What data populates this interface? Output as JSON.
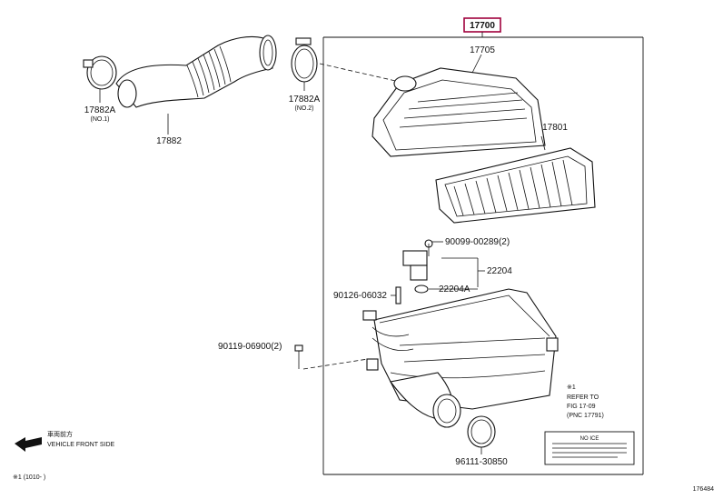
{
  "diagram": {
    "assembly_number": "17700",
    "accent_color": "#a0003c",
    "parts": {
      "cleaner_cap": "17705",
      "filter_element": "17801",
      "intake_hose": "17882",
      "clamp_no1_number": "17882A",
      "clamp_no1_note": "(NO.1)",
      "clamp_no2_number": "17882A",
      "clamp_no2_note": "(NO.2)",
      "sensor_screw": "90099-00289(2)",
      "sensor": "22204",
      "sensor_oring": "22204A",
      "stud_bolt": "90126-06032",
      "case_bolt": "90119-06900(2)",
      "clamp_bottom": "96111-30850"
    },
    "refer_note": {
      "mark": "※1",
      "line1": "REFER TO",
      "line2": "FIG 17-09",
      "line3": "(PNC 17791)",
      "label_header": "NO ICE"
    },
    "front_indicator": {
      "japanese": "車両前方",
      "english": "VEHICLE FRONT SIDE"
    },
    "footnote": "※1 (1010- )",
    "figure_id": "176484"
  }
}
